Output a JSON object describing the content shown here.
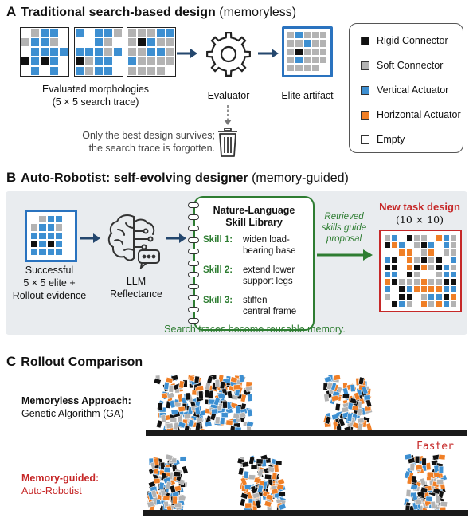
{
  "section_a": {
    "letter": "A",
    "title_bold": "Traditional search-based design",
    "title_rest": " (memoryless)",
    "morph_caption_1": "Evaluated morphologies",
    "morph_caption_2": "(5 × 5 search trace)",
    "evaluator_label": "Evaluator",
    "elite_label": "Elite artifact",
    "discard_line_1": "Only the best design survives;",
    "discard_line_2": "the search trace is forgotten.",
    "legend": [
      {
        "label": "Rigid Connector",
        "color": "#111111"
      },
      {
        "label": "Soft Connector",
        "color": "#b3b3b3"
      },
      {
        "label": "Vertical Actuator",
        "color": "#3d8fd1"
      },
      {
        "label": "Horizontal Actuator",
        "color": "#f07f26"
      },
      {
        "label": "Empty",
        "color": "#ffffff"
      }
    ],
    "grids": [
      [
        [
          0,
          2,
          3,
          3,
          0
        ],
        [
          2,
          3,
          3,
          2,
          0
        ],
        [
          0,
          3,
          3,
          3,
          3
        ],
        [
          1,
          3,
          1,
          3,
          0
        ],
        [
          0,
          3,
          0,
          3,
          0
        ]
      ],
      [
        [
          3,
          0,
          3,
          3,
          2
        ],
        [
          0,
          0,
          3,
          2,
          0
        ],
        [
          3,
          3,
          3,
          2,
          3
        ],
        [
          1,
          2,
          3,
          3,
          0
        ],
        [
          3,
          2,
          3,
          3,
          0
        ]
      ],
      [
        [
          2,
          2,
          2,
          3,
          3
        ],
        [
          2,
          1,
          3,
          2,
          2
        ],
        [
          2,
          2,
          3,
          3,
          2
        ],
        [
          3,
          2,
          2,
          2,
          2
        ],
        [
          2,
          2,
          2,
          2,
          0
        ]
      ]
    ],
    "elite_grid": [
      [
        2,
        3,
        2,
        2,
        2
      ],
      [
        2,
        2,
        3,
        2,
        2
      ],
      [
        2,
        1,
        2,
        2,
        2
      ],
      [
        2,
        3,
        2,
        2,
        2
      ],
      [
        2,
        2,
        2,
        2,
        0
      ]
    ]
  },
  "section_b": {
    "letter": "B",
    "title_bold": "Auto-Robotist: self-evolving designer",
    "title_rest": " (memory-guided)",
    "elite_grid": [
      [
        0,
        2,
        3,
        3,
        0
      ],
      [
        2,
        3,
        3,
        2,
        0
      ],
      [
        3,
        3,
        3,
        3,
        0
      ],
      [
        1,
        3,
        1,
        3,
        0
      ],
      [
        3,
        3,
        3,
        3,
        0
      ]
    ],
    "successful_lines": [
      "Successful",
      "5 × 5 elite +",
      "Rollout evidence"
    ],
    "llm_lines": [
      "LLM",
      "Reflectance"
    ],
    "library_title_1": "Nature-Language",
    "library_title_2": "Skill Library",
    "skills": [
      {
        "tag": "Skill 1:",
        "line1": "widen load-",
        "line2": "bearing base"
      },
      {
        "tag": "Skill 2:",
        "line1": "extend lower",
        "line2": "support legs"
      },
      {
        "tag": "Skill 3:",
        "line1": "stiffen",
        "line2": "central frame"
      }
    ],
    "retrieved_lines": [
      "Retrieved",
      "skills guide",
      "proposal"
    ],
    "new_task_title": "New task design",
    "new_task_size": "(10 × 10)",
    "memory_caption": "Search traces become reusable memory.",
    "new_grid_seed": 7
  },
  "section_c": {
    "letter": "C",
    "title": "Rollout Comparison",
    "row1_bold": "Memoryless Approach:",
    "row1_sub": "Genetic Algorithm (GA)",
    "row2_bold": "Memory-guided:",
    "row2_sub": "Auto-Robotist",
    "faster_label": "Faster"
  },
  "colors": {
    "rigid": "#111111",
    "soft": "#b3b3b3",
    "vertical": "#3d8fd1",
    "horizontal": "#f07f26",
    "empty": "#ffffff",
    "arrow": "#24476e",
    "green": "#2e7d32",
    "red": "#c62828",
    "elite_border": "#2a73bf"
  }
}
